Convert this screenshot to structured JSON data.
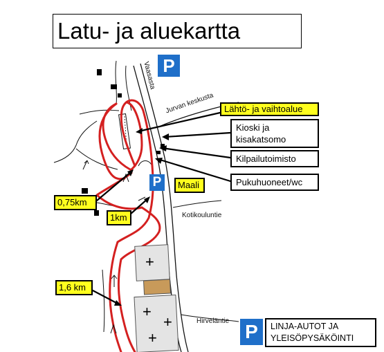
{
  "title": "Latu- ja aluekartta",
  "labels": {
    "start_area": "Lähtö- ja vaihtoalue",
    "kiosk_line1": "Kioski ja",
    "kiosk_line2": "kisakatsomo",
    "competition_office": "Kilpailutoimisto",
    "dressing_rooms": "Pukuhuoneet/wc",
    "finish": "Maali",
    "dist_075": "0,75km",
    "dist_1": "1km",
    "dist_16": "1,6 km",
    "parking_line1": "LINJA-AUTOT JA",
    "parking_line2": "YLEISÖPYSÄKÖINTI"
  },
  "streets": {
    "vaasasta": "Vaasasta",
    "jurvan": "Jurvan keskusta",
    "kotikoulu": "Kotikouluntie",
    "hirvela": "Hirveläntie"
  },
  "parking_symbol": "P",
  "cross_symbol": "+",
  "colors": {
    "trail": "#d42020",
    "label_yellow": "#ffff1e",
    "parking_blue": "#1f6fc9",
    "building_gray": "#e4e4e4",
    "shed_brown": "#c89a5a",
    "road": "#111111"
  }
}
